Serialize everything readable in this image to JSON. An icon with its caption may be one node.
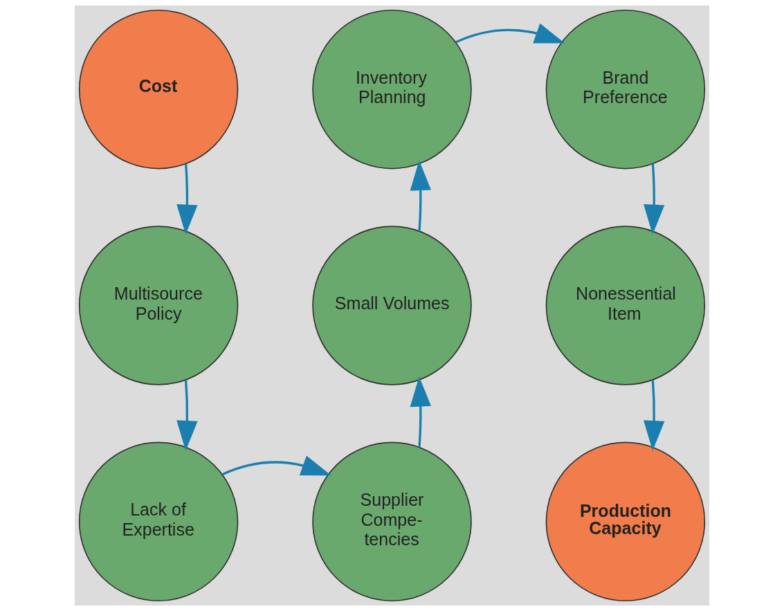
{
  "diagram": {
    "nodes": [
      {
        "text": [
          "Cost"
        ]
      },
      {
        "text": [
          "Multisource Policy"
        ]
      },
      {
        "text": [
          "Lack of Expertise"
        ]
      },
      {
        "text": [
          "Supplier Compe- tencies"
        ]
      },
      {
        "text": [
          "Small Volumes"
        ]
      },
      {
        "text": [
          "Inventory Planning"
        ]
      },
      {
        "text": [
          "Brand Preference"
        ]
      },
      {
        "text": [
          "Nonessential Item"
        ]
      },
      {
        "text": [
          "Production Capacity"
        ]
      }
    ],
    "edges": [
      {
        "from": 0,
        "to": 1,
        "arrow": "to"
      },
      {
        "from": 1,
        "to": 2,
        "arrow": "to"
      },
      {
        "from": 2,
        "to": 3,
        "arrow": "to"
      },
      {
        "from": 3,
        "to": 4,
        "arrow": "to"
      },
      {
        "from": 4,
        "to": 5,
        "arrow": "to"
      },
      {
        "from": 5,
        "to": 6,
        "arrow": "to"
      },
      {
        "from": 6,
        "to": 7,
        "arrow": "to"
      },
      {
        "from": 7,
        "to": 8,
        "arrow": "to"
      }
    ]
  }
}
